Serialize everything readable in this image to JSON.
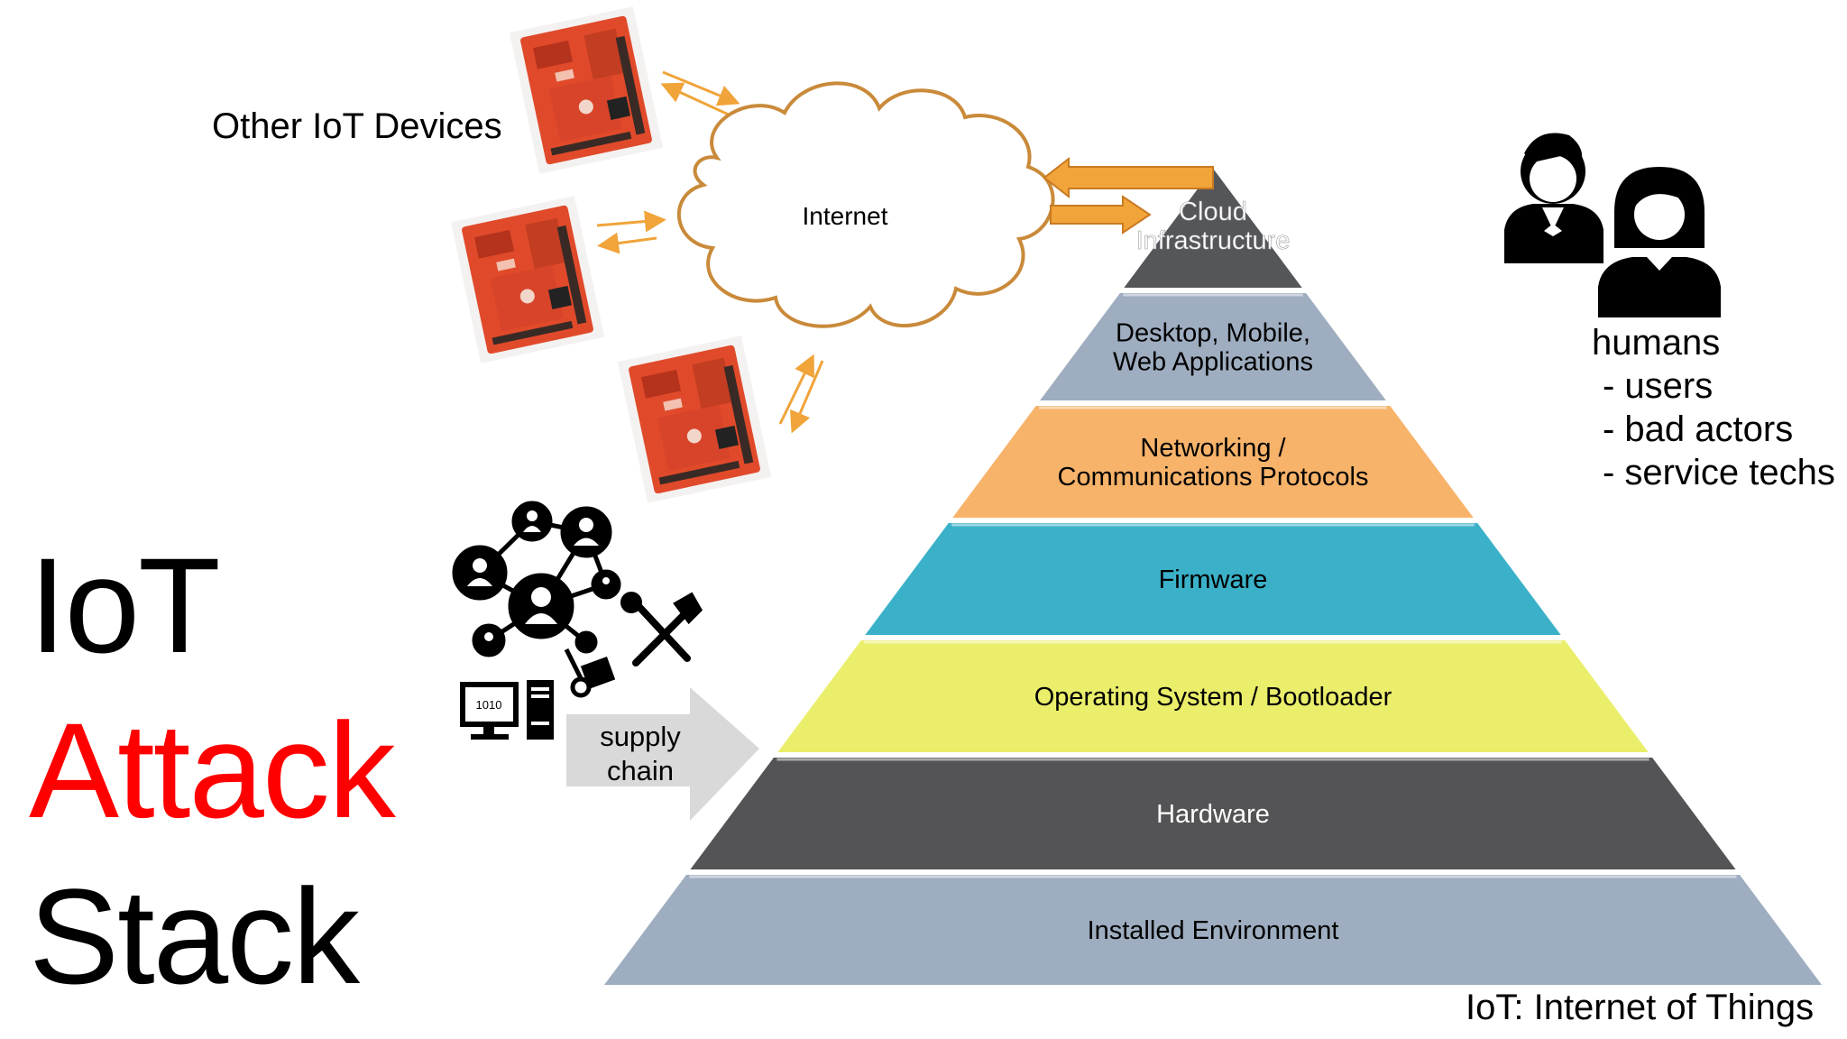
{
  "title": {
    "line1": "IoT",
    "line2": "Attack",
    "line3": "Stack",
    "line2_color": "#ff0000"
  },
  "devices_label": "Other IoT Devices",
  "cloud_label": "Internet",
  "supply_chain": {
    "line1": "supply",
    "line2": "chain"
  },
  "computer_text": "1010",
  "pyramid": {
    "layers": [
      {
        "lines": [
          "Cloud",
          "Infrastructure"
        ],
        "color": "#54565a",
        "text_color": "#ffffff"
      },
      {
        "lines": [
          "Desktop, Mobile,",
          "Web Applications"
        ],
        "color": "#9eadc0",
        "text_color": "#000000"
      },
      {
        "lines": [
          "Networking /",
          "Communications Protocols"
        ],
        "color": "#f7b36a",
        "text_color": "#000000"
      },
      {
        "lines": [
          "Firmware"
        ],
        "color": "#3bb1c9",
        "text_color": "#000000"
      },
      {
        "lines": [
          "Operating System / Bootloader"
        ],
        "color": "#eaee6b",
        "text_color": "#000000"
      },
      {
        "lines": [
          "Hardware"
        ],
        "color": "#545456",
        "text_color": "#ffffff"
      },
      {
        "lines": [
          "Installed Environment"
        ],
        "color": "#9eadc0",
        "text_color": "#000000"
      }
    ]
  },
  "humans": {
    "heading": "humans",
    "items": [
      "- users",
      "- bad actors",
      "- service techs"
    ]
  },
  "footnote": "IoT:  Internet of Things",
  "colors": {
    "arrow_orange": "#f0a43a",
    "cloud_outline": "#c98a3a",
    "board_red": "#e04a2a",
    "supply_arrow": "#d9d9d9"
  },
  "icons": [
    "iot-board-icon",
    "internet-cloud-icon",
    "human-male-icon",
    "human-female-icon",
    "network-people-icon",
    "tools-icon",
    "computer-icon",
    "hand-truck-icon"
  ]
}
